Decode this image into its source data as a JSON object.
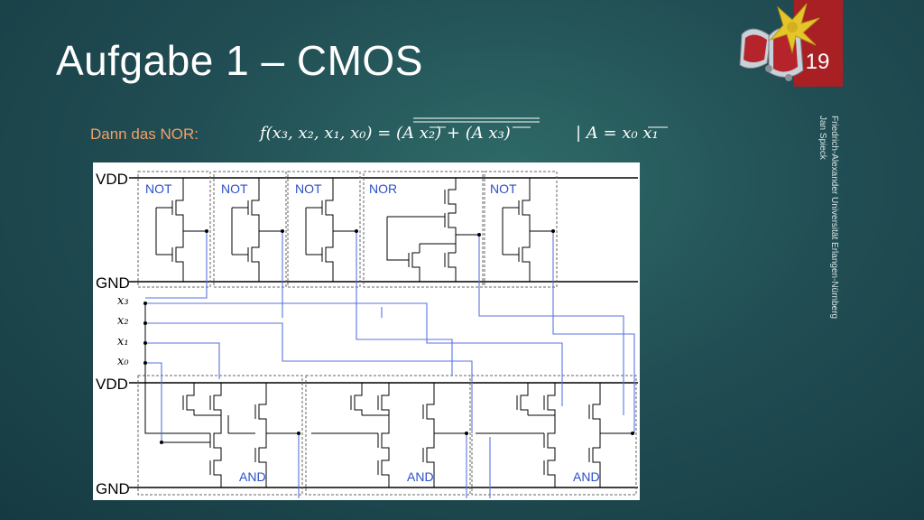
{
  "slide": {
    "title": "Aufgabe 1 – CMOS",
    "page_number": "19",
    "formula_label": "Dann das NOR:",
    "formula": "f(x₃, x₂, x₁, x₀) = (A x₂) + (A x₃)",
    "condition": "| A = x₀ x₁",
    "footer_lines": [
      "Friedrich-Alexander Universität Erlangen-Nürnberg",
      "Jan Spieck"
    ]
  },
  "circuit": {
    "rail_top_vdd": "VDD",
    "rail_top_gnd": "GND",
    "rail_bottom_vdd": "VDD",
    "rail_bottom_gnd": "GND",
    "gate_not1": "NOT",
    "gate_not2": "NOT",
    "gate_not3": "NOT",
    "gate_nor": "NOR",
    "gate_not4": "NOT",
    "gate_and1": "AND",
    "gate_and2": "AND",
    "gate_and3": "AND",
    "inputs": [
      "x₃",
      "x₂",
      "x₁",
      "x₀"
    ]
  },
  "colors": {
    "accent": "#a82024",
    "label_orange": "#f0a06a",
    "gate_blue": "#2a50c8",
    "wire_blue": "#5a72e0"
  }
}
